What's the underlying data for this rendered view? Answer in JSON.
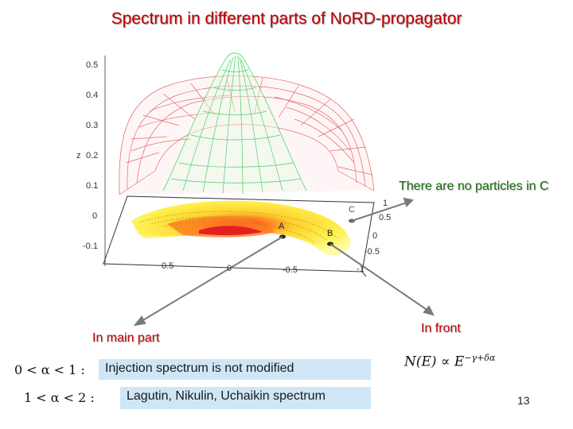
{
  "title": "Spectrum in different parts of NoRD-propagator",
  "plot": {
    "z_label": "z",
    "z_ticks": [
      "0.5",
      "0.4",
      "0.3",
      "0.2",
      "0.1",
      "0",
      "-0.1"
    ],
    "right_ticks": [
      "1",
      "0.5",
      "0",
      "-0.5",
      "-1"
    ],
    "front_ticks": [
      "0.5",
      "0",
      "-0.5"
    ],
    "points": [
      "A",
      "B",
      "C"
    ]
  },
  "annotations": {
    "no_particles": "There are no particles in C",
    "in_main_part": "In main part",
    "in_front": "In front"
  },
  "conditions": [
    {
      "lhs": "0 < α < 1 :",
      "text": "Injection spectrum is not modified"
    },
    {
      "lhs": "1 < α < 2 :",
      "text": "Lagutin, Nikulin, Uchaikin spectrum"
    }
  ],
  "formula": {
    "lhs": "N(E)",
    "rel": "∝",
    "base": "E",
    "exponent": "−γ+δα"
  },
  "slide_number": "13",
  "colors": {
    "title": "#c00000",
    "green_label": "#1a6b10",
    "box": "#cfe6f6",
    "mesh_red": "#e86a6a",
    "mesh_green": "#4fd06a"
  }
}
